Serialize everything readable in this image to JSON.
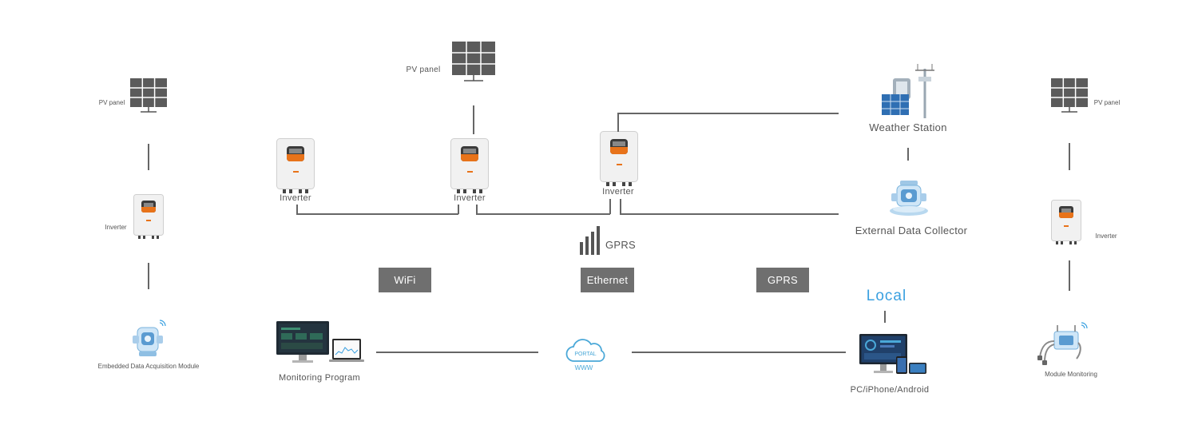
{
  "labels": {
    "pv_panel_left": "PV panel",
    "pv_panel_top": "PV panel",
    "pv_panel_right": "PV panel",
    "inverter_left": "Inverter",
    "inverter_a": "Inverter",
    "inverter_b": "Inverter",
    "inverter_c": "Inverter",
    "inverter_right": "Inverter",
    "embedded_module": "Embedded Data Acquisition Module",
    "weather_station": "Weather Station",
    "external_collector": "External Data Collector",
    "monitoring_program": "Monitoring Program",
    "portal": "PORTAL",
    "www": "WWW",
    "local_logo": "Local",
    "pc_devices": "PC/iPhone/Android",
    "module_monitoring": "Module Monitoring",
    "gprs_signal": "GPRS"
  },
  "tags": {
    "wifi": "WiFi",
    "ethernet": "Ethernet",
    "gprs": "GPRS"
  },
  "colors": {
    "line": "#666666",
    "tag_bg": "#6f6f6f",
    "inverter_accent": "#e8731a",
    "cloud": "#4aa8d8",
    "local_logo": "#3aa0e0"
  }
}
